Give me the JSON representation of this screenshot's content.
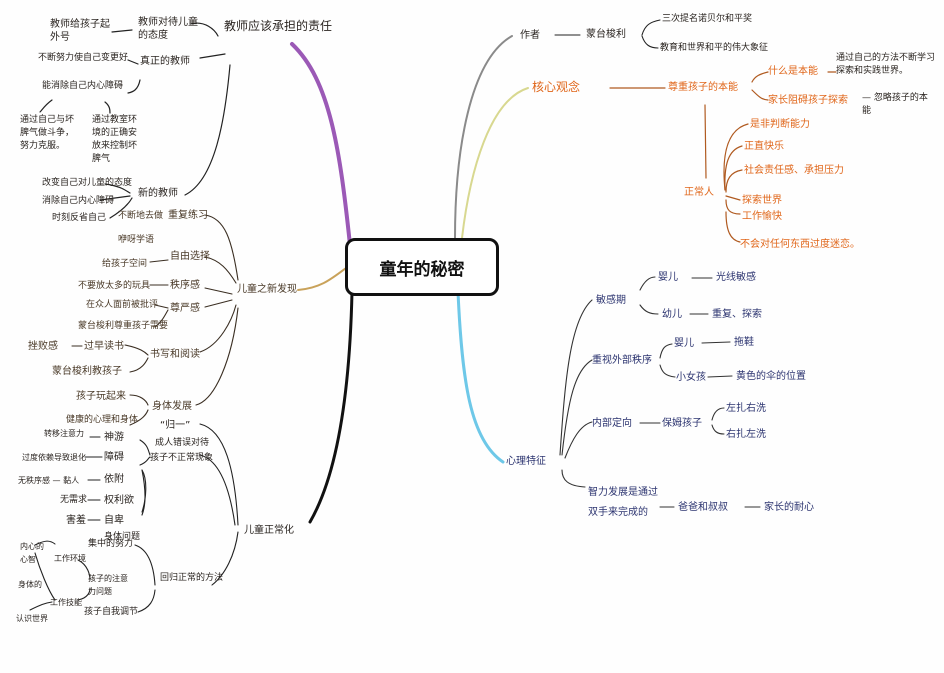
{
  "center": "童年的秘密",
  "colors": {
    "purple": "#9b59b6",
    "brown": "#8a6a3a",
    "black": "#111111",
    "gray": "#8a8a8a",
    "yellowgreen": "#d8d890",
    "blue": "#6ec8e8",
    "orange": "#e0661a",
    "navy": "#2c3470"
  },
  "teacher": {
    "title": "教师应该承担的责任",
    "attitude": "教师对待儿童的态度",
    "nickname": "教师给孩子起外号",
    "real": "真正的教师",
    "improve": "不断努力使自己变更好",
    "remove": "能消除自己内心障碍",
    "fight": "通过自己与坏脾气做斗争，努力克服。",
    "env": "通过教室环境的正确安放来控制坏脾气",
    "new": "新的教师",
    "change": "改变自己对儿童的态度",
    "clear": "消除自己内心障碍",
    "reflect": "时刻反省自己"
  },
  "discovery": {
    "title": "儿童之新发现",
    "repeat": "重复练习",
    "repeat_sub": "不断地去做",
    "babble": "咿呀学语",
    "choice": "自由选择",
    "choice_sub": "给孩子空间",
    "order": "秩序感",
    "order_sub": "不要放太多的玩具",
    "dignity": "尊严感",
    "dignity_sub1": "在众人面前被批评",
    "dignity_sub2": "蒙台梭利尊重孩子需要",
    "write": "书写和阅读",
    "early": "过早读书",
    "frustration": "挫败感",
    "teach": "蒙台梭利教孩子",
    "body": "身体发展",
    "play": "孩子玩起来",
    "health": "健康的心理和身体"
  },
  "normal": {
    "title": "儿童正常化",
    "unify": "“归一”",
    "wrong": "成人错误对待",
    "abnormal": "孩子不正常现象",
    "wander": "神游",
    "wander_sub": "转移注意力",
    "obstacle": "障碍",
    "obstacle_sub": "过度依赖导致退化",
    "attach": "依附",
    "attach_sub": "无秩序感 — 黏人",
    "power": "权利欲",
    "power_sub": "无需求",
    "inferior": "自卑",
    "inferior_sub": "害羞",
    "bodyproblem": "身体问题",
    "method": "回归正常的方法",
    "focus": "集中的努力",
    "attention": "孩子的注意力问题",
    "selfadjust": "孩子自我调节",
    "work_env": "工作环境",
    "work_skill": "工作技能",
    "heart": "内心的",
    "l1": "心智",
    "l2": "身体的",
    "know": "认识世界"
  },
  "author": {
    "label": "作者",
    "name": "蒙台梭利",
    "nobel": "三次提名诺贝尔和平奖",
    "symbol": "教育和世界和平的伟大象征"
  },
  "core": {
    "label": "核心观念",
    "respect": "尊重孩子的本能",
    "what": "什么是本能",
    "what_sub": "通过自己的方法不断学习探索和实践世界。",
    "parents": "家长阻碍孩子探索",
    "parents_sub": "— 忽略孩子的本能",
    "normal_person": "正常人",
    "traits": [
      "是非判断能力",
      "正直快乐",
      "社会责任感、承担压力",
      "探索世界",
      "工作愉快",
      "不会对任何东西过度迷恋。"
    ]
  },
  "psych": {
    "label": "心理特征",
    "sensitive": "敏感期",
    "infant": "婴儿",
    "infant_sub": "光线敏感",
    "toddler": "幼儿",
    "toddler_sub": "重复、探索",
    "order": "重视外部秩序",
    "baby": "婴儿",
    "baby_sub": "拖鞋",
    "girl": "小女孩",
    "girl_sub": "黄色的伞的位置",
    "inner": "内部定向",
    "nanny": "保姆孩子",
    "left": "左扎右洗",
    "right": "右扎左洗",
    "intellect": "智力发展是通过双手来完成的",
    "dad": "爸爸和叔叔",
    "patience": "家长的耐心"
  }
}
